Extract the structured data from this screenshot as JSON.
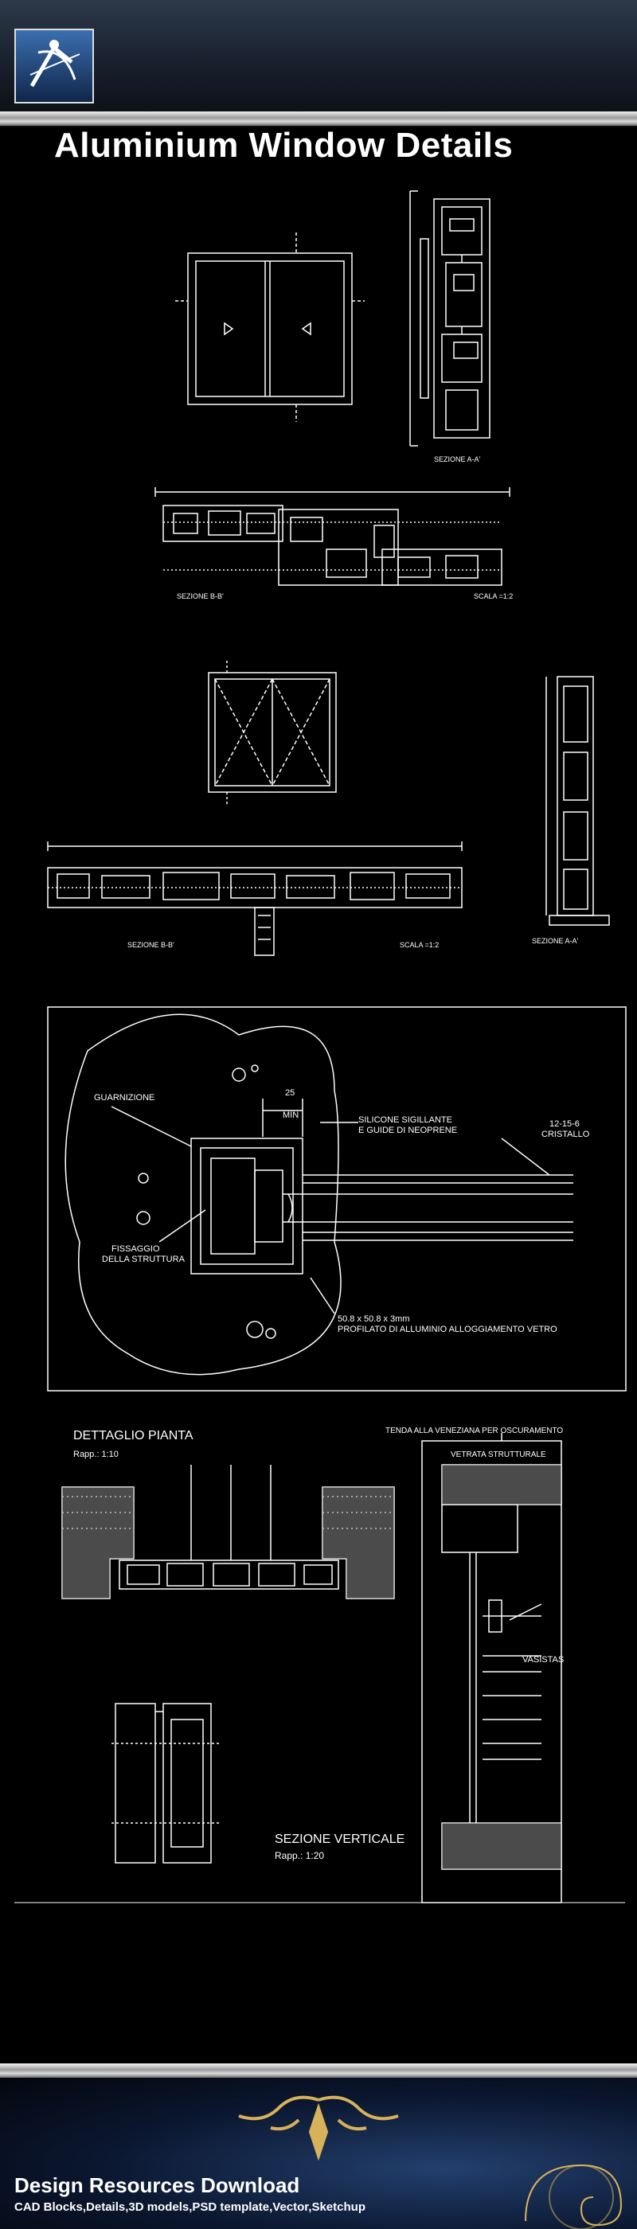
{
  "header": {
    "title": "Aluminium Window Details"
  },
  "drawing1": {
    "section_label": "SEZIONE A-A'",
    "plan_section_label": "SEZIONE B-B'",
    "scale": "SCALA =1:2"
  },
  "drawing2": {
    "plan_section_label": "SEZIONE B-B'",
    "scale": "SCALA =1:2",
    "section_label": "SEZIONE A-A'"
  },
  "detail": {
    "dim_value": "25",
    "dim_unit": "MIN",
    "gasket": "GUARNIZIONE",
    "silicone_1": "SILICONE SIGILLANTE",
    "silicone_2": "E GUIDE DI NEOPRENE",
    "glass_1": "12-15-6",
    "glass_2": "CRISTALLO",
    "fixing_1": "FISSAGGIO",
    "fixing_2": "DELLA STRUTTURA",
    "profile_1": "50.8 x 50.8 x 3mm",
    "profile_2": "PROFILATO DI ALLUMINIO ALLOGGIAMENTO VETRO"
  },
  "plan_detail": {
    "title": "DETTAGLIO PIANTA",
    "scale": "Rapp.: 1:10"
  },
  "vertical": {
    "blind": "TENDA ALLA VENEZIANA PER OSCURAMENTO",
    "glazing": "VETRATA STRUTTURALE",
    "vasistas": "VASISTAS",
    "title": "SEZIONE VERTICALE",
    "scale": "Rapp.: 1:20"
  },
  "footer": {
    "title": "Design Resources Download",
    "subtitle": "CAD Blocks,Details,3D models,PSD template,Vector,Sketchup"
  },
  "colors": {
    "background": "#000000",
    "line": "#ffffff",
    "footer_blue": "#0b1730",
    "gold": "#d8b25a"
  }
}
